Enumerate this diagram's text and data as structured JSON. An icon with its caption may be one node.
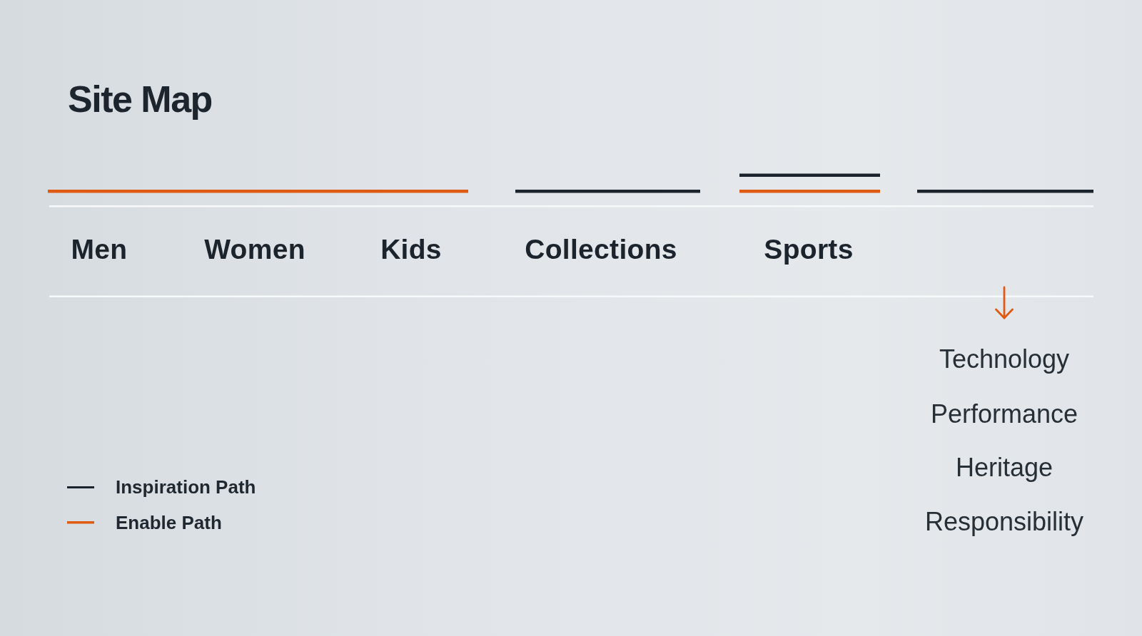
{
  "diagram": {
    "title": "Site Map",
    "nodes": [
      {
        "text": [
          "Men"
        ]
      },
      {
        "text": [
          "Women"
        ]
      },
      {
        "text": [
          "Kids"
        ]
      },
      {
        "text": [
          "Collections"
        ]
      },
      {
        "text": [
          "Sports"
        ]
      },
      {
        "text": [
          "Technology"
        ]
      },
      {
        "text": [
          "Performance"
        ]
      },
      {
        "text": [
          "Heritage"
        ]
      },
      {
        "text": [
          "Responsibility"
        ]
      }
    ],
    "edges": [
      {
        "from": null,
        "to": 5,
        "arrow": "to"
      }
    ],
    "legend": [
      {
        "text": "Inspiration Path"
      },
      {
        "text": "Enable Path"
      }
    ]
  }
}
